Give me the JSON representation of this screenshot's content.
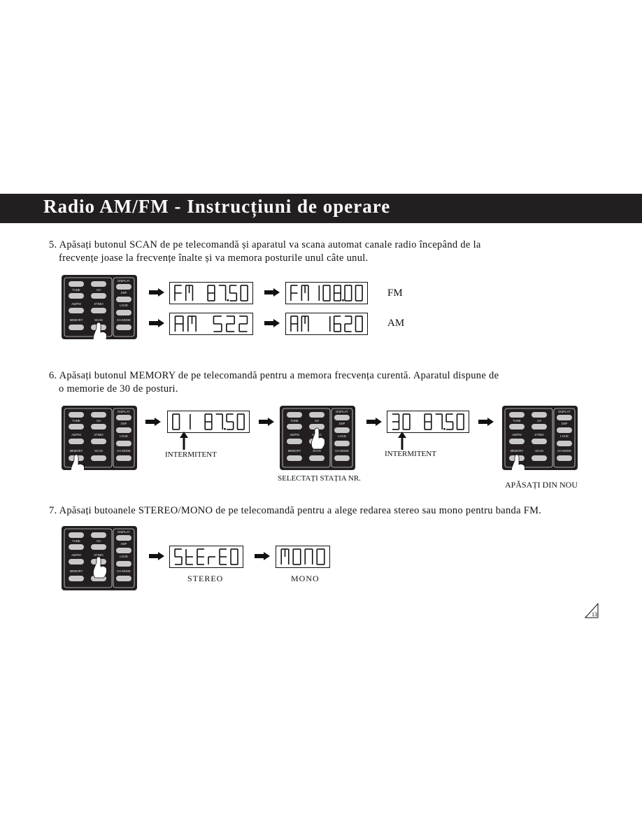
{
  "page": {
    "title": "Radio AM/FM - Instrucțiuni de operare",
    "page_number": "13"
  },
  "step5": {
    "line1": "5. Apăsați butonul SCAN de pe telecomandă și aparatul va scana automat canale radio începând de la",
    "line2": "frecvențe joase la frecvențe înalte și va memora posturile unul câte unul.",
    "displays": [
      "FM 87.50",
      "FM108.00",
      "AM 522",
      "AM 1620"
    ],
    "labels": [
      "FM",
      "AM"
    ]
  },
  "step6": {
    "line1": "6. Apăsați butonul MEMORY de pe telecomandă pentru a memora frecvența curentă. Aparatul dispune de",
    "line2": "o memorie de 30 de posturi.",
    "displays": [
      "01 87.50",
      "30 87.50"
    ],
    "captions": [
      "INTERMITENT",
      "SELECTAȚI STAȚIA NR.",
      "INTERMITENT",
      "APĂSAȚI DIN NOU"
    ]
  },
  "step7": {
    "line1": "7. Apăsați butoanele STEREO/MONO de pe telecomandă pentru a alege redarea stereo sau mono pentru banda FM.",
    "displays": [
      "STEREO",
      "MONO"
    ],
    "captions": [
      "STEREO",
      "MONO"
    ]
  },
  "remote": {
    "buttons": [
      "DISPLAY",
      "TUNE",
      "CH",
      "DSP",
      "AM/FM",
      "ST/MO",
      "LOUD",
      "MEMORY",
      "SCAN",
      "CH.MODE"
    ]
  }
}
